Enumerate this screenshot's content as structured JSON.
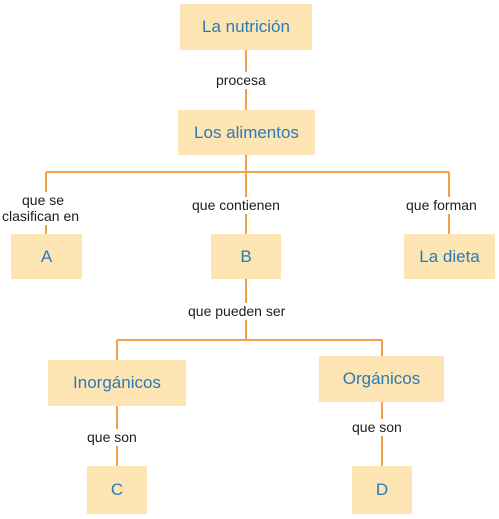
{
  "line_color": "#f0a048",
  "box_fill": "#fde4b3",
  "box_text_color": "#2a7ab8",
  "nodes": {
    "root": "La nutrición",
    "alimentos": "Los alimentos",
    "a": "A",
    "b": "B",
    "dieta": "La dieta",
    "inorganicos": "Inorgánicos",
    "organicos": "Orgánicos",
    "c": "C",
    "d": "D"
  },
  "links": {
    "procesa": "procesa",
    "que_se_clasifican_1": "que se",
    "que_se_clasifican_2": "clasifican en",
    "que_contienen": "que contienen",
    "que_forman": "que forman",
    "que_pueden_ser": "que pueden ser",
    "que_son_left": "que son",
    "que_son_right": "que son"
  }
}
